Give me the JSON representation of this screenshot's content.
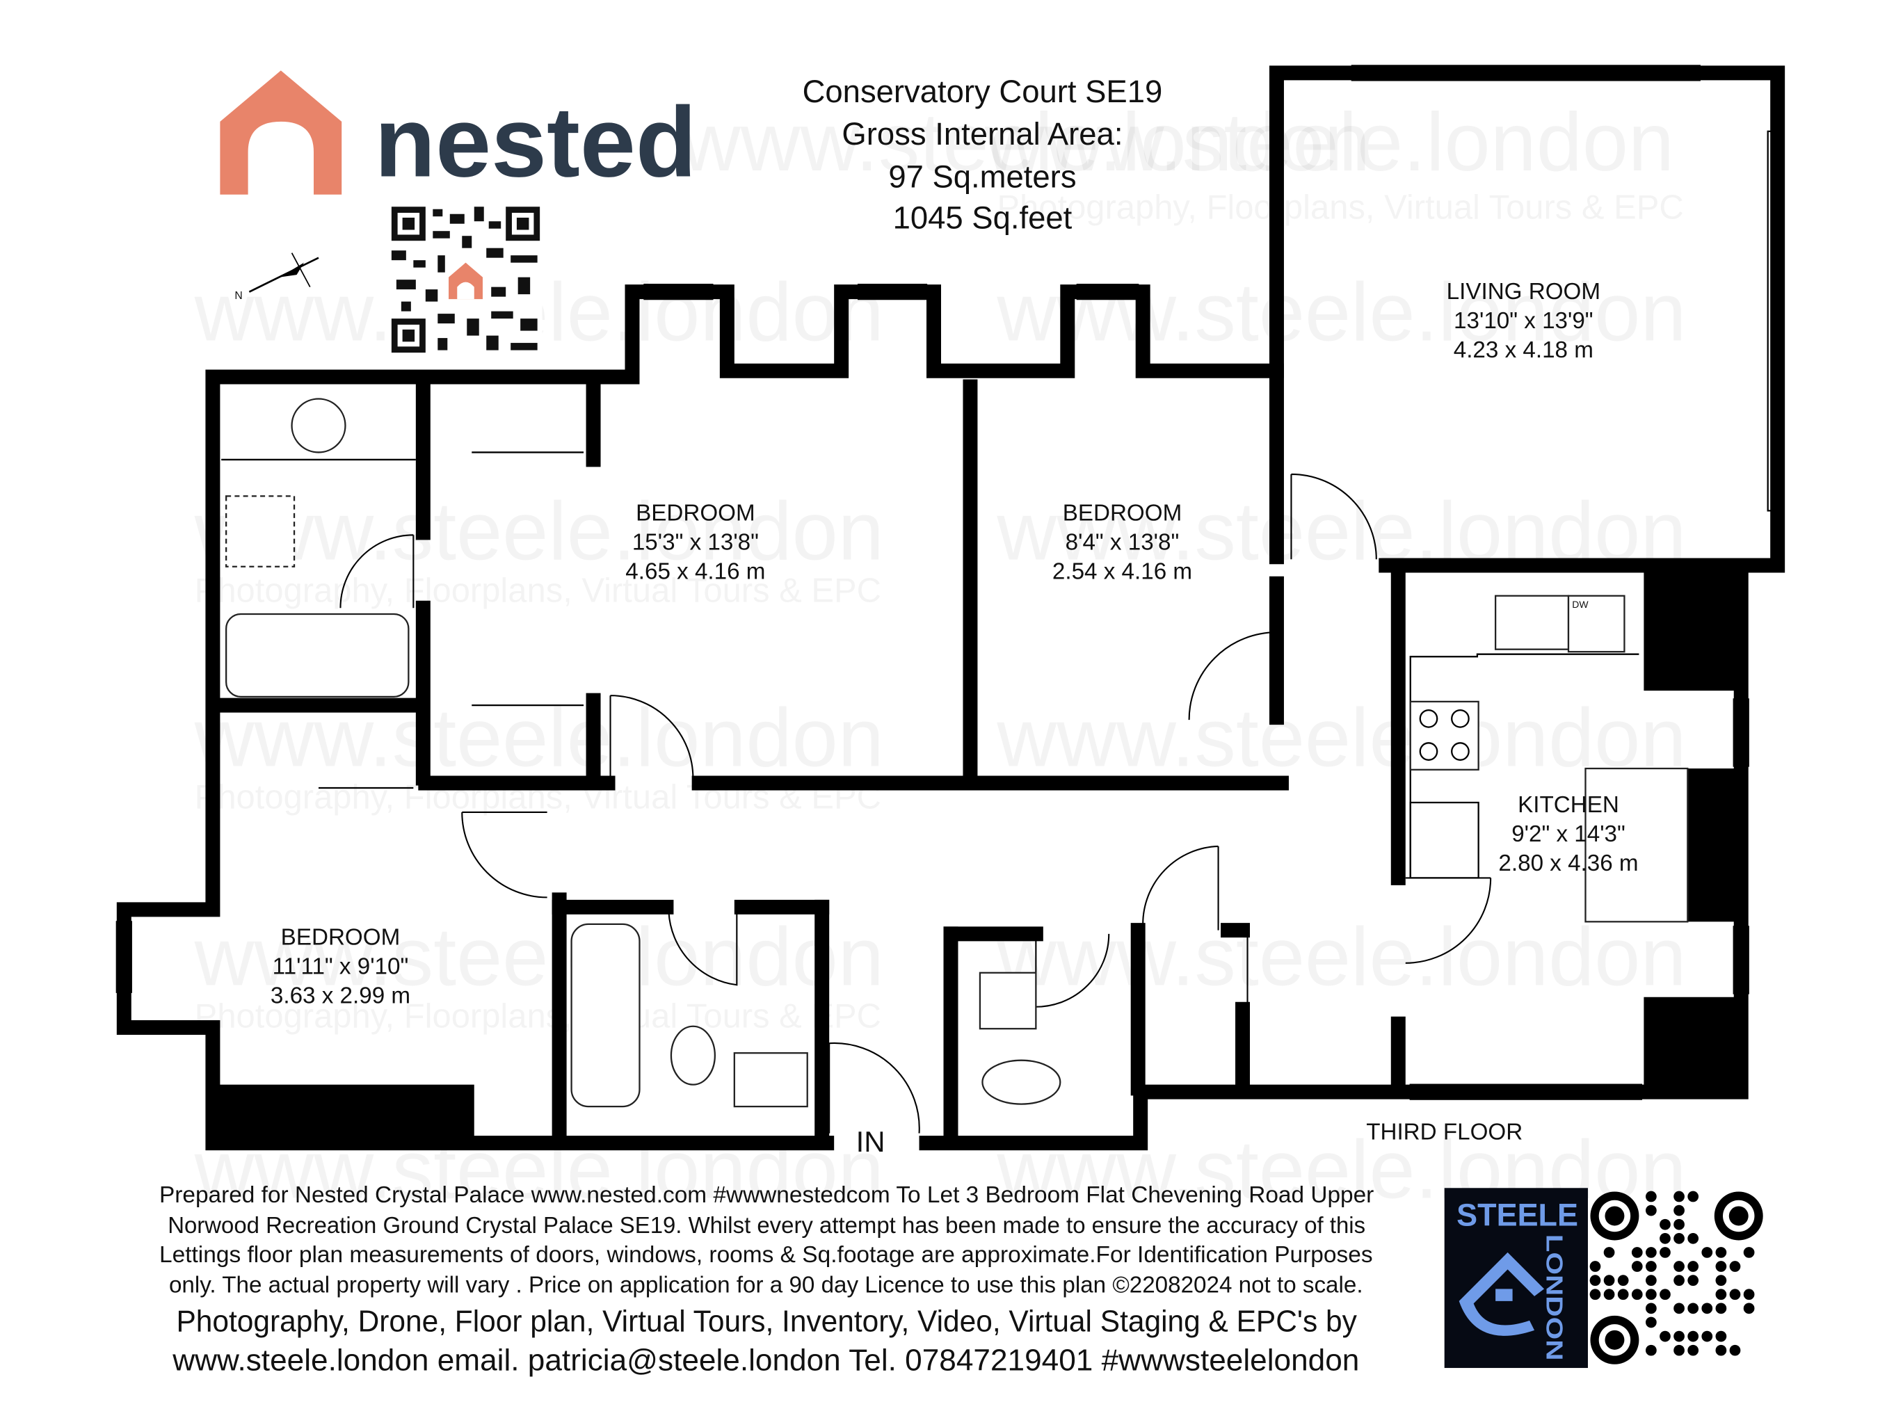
{
  "header": {
    "brand_name": "nested",
    "title_lines": [
      "Conservatory Court SE19",
      "Gross Internal Area:",
      "97 Sq.meters",
      "1045 Sq.feet"
    ]
  },
  "compass": {
    "north_label": "N"
  },
  "rooms": {
    "living": {
      "name": "LIVING ROOM",
      "imperial": "13'10\" x 13'9\"",
      "metric": "4.23 x 4.18 m"
    },
    "bedroom1": {
      "name": "BEDROOM",
      "imperial": "15'3\" x 13'8\"",
      "metric": "4.65 x 4.16 m"
    },
    "bedroom2": {
      "name": "BEDROOM",
      "imperial": "8'4\" x 13'8\"",
      "metric": "2.54 x 4.16 m"
    },
    "kitchen": {
      "name": "KITCHEN",
      "imperial": "9'2\" x 14'3\"",
      "metric": "2.80 x 4.36 m"
    },
    "bedroom3": {
      "name": "BEDROOM",
      "imperial": "11'11\" x 9'10\"",
      "metric": "3.63 x 2.99 m"
    }
  },
  "appliances": {
    "dishwasher": "DW"
  },
  "entrance_label": "IN",
  "floor_label": "THIRD FLOOR",
  "watermark": {
    "url": "www.steele.london",
    "tagline": "Photography, Floorplans, Virtual Tours & EPC"
  },
  "footer": {
    "disclaimer_lines": [
      "Prepared for Nested Crystal Palace www.nested.com  #wwwnestedcom  To Let 3 Bedroom Flat Chevening Road Upper",
      "Norwood Recreation Ground Crystal Palace SE19. Whilst every attempt has been made to ensure the accuracy of this",
      "Lettings floor plan measurements of doors, windows, rooms & Sq.footage are approximate.For Identification Purposes",
      "only. The actual property will vary . Price on application for a 90 day Licence to use this plan ©22082024 not to scale."
    ],
    "credit_lines": [
      "Photography, Drone, Floor plan, Virtual Tours, Inventory, Video, Virtual Staging & EPC's by",
      "www.steele.london  email. patricia@steele.london  Tel. 07847219401  #wwwsteelelondon"
    ],
    "steele_logo": {
      "top": "STEELE",
      "side": "LONDON"
    }
  },
  "colors": {
    "nested_orange": "#e8846a",
    "nested_navy": "#2d3b4b",
    "steele_blue": "#6f9be8",
    "wall": "#000000"
  }
}
